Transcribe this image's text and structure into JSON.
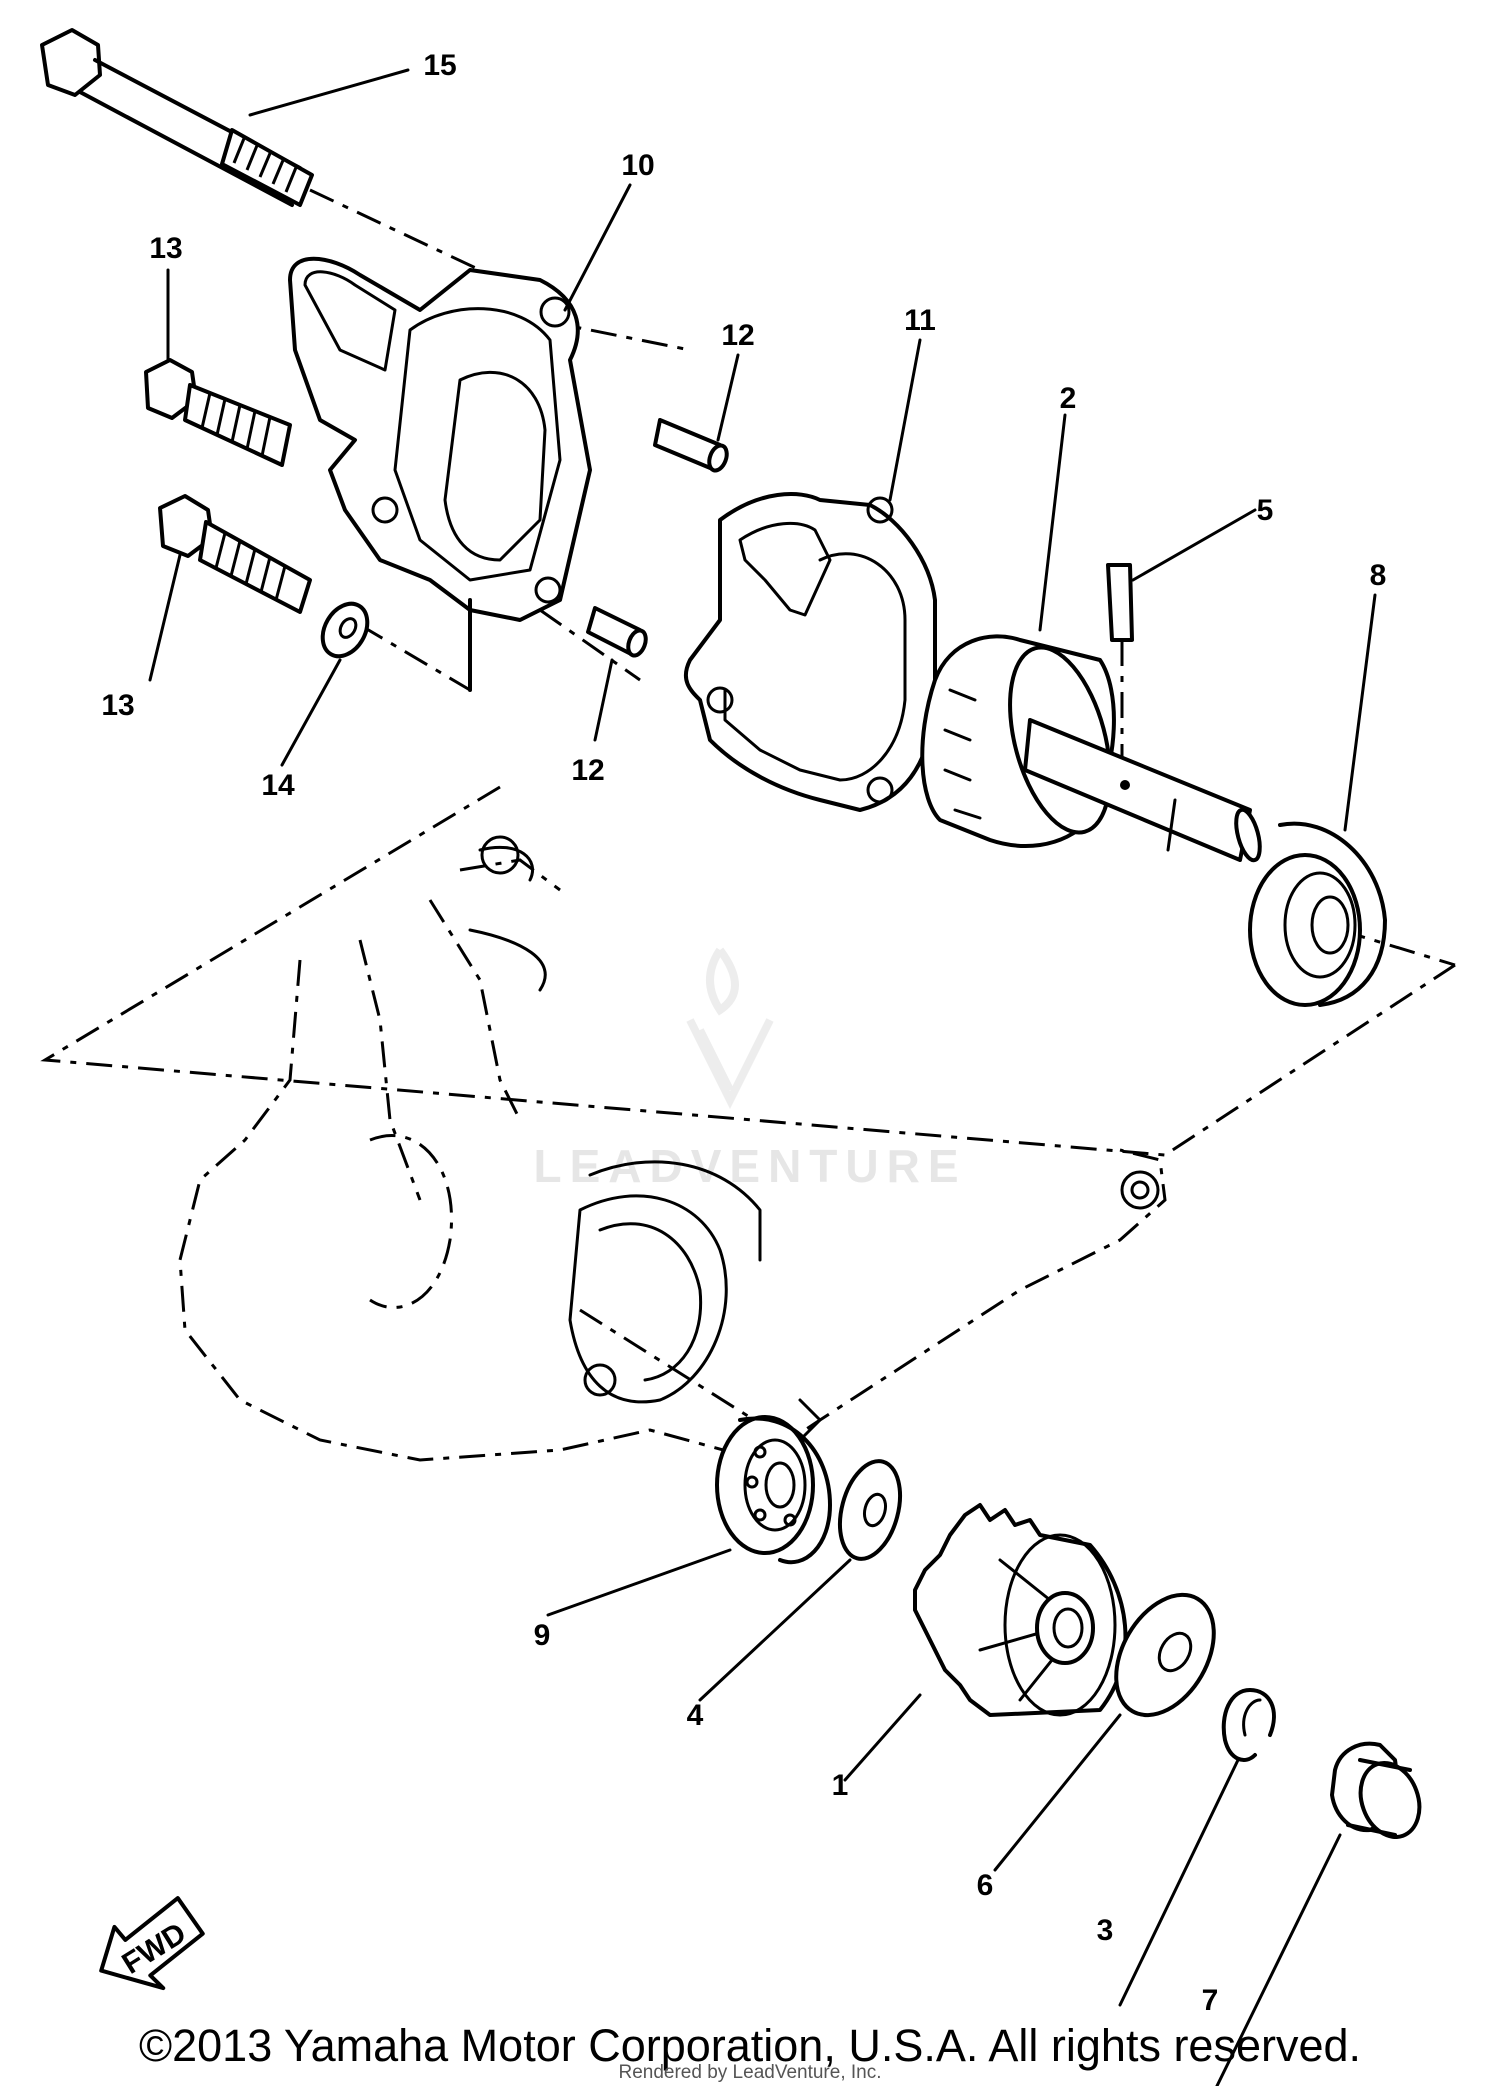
{
  "callouts": {
    "p1": "1",
    "p2": "2",
    "p3": "3",
    "p4": "4",
    "p5": "5",
    "p6": "6",
    "p7": "7",
    "p8": "8",
    "p9": "9",
    "p10": "10",
    "p11": "11",
    "p12a": "12",
    "p12b": "12",
    "p13a": "13",
    "p13b": "13",
    "p14": "14",
    "p15": "15"
  },
  "fwd_label": "FWD",
  "watermark": "LEADVENTURE",
  "footer": {
    "copyright": "©2013 Yamaha Motor Corporation, U.S.A. All rights reserved.",
    "rendered": "Rendered by LeadVenture, Inc."
  }
}
